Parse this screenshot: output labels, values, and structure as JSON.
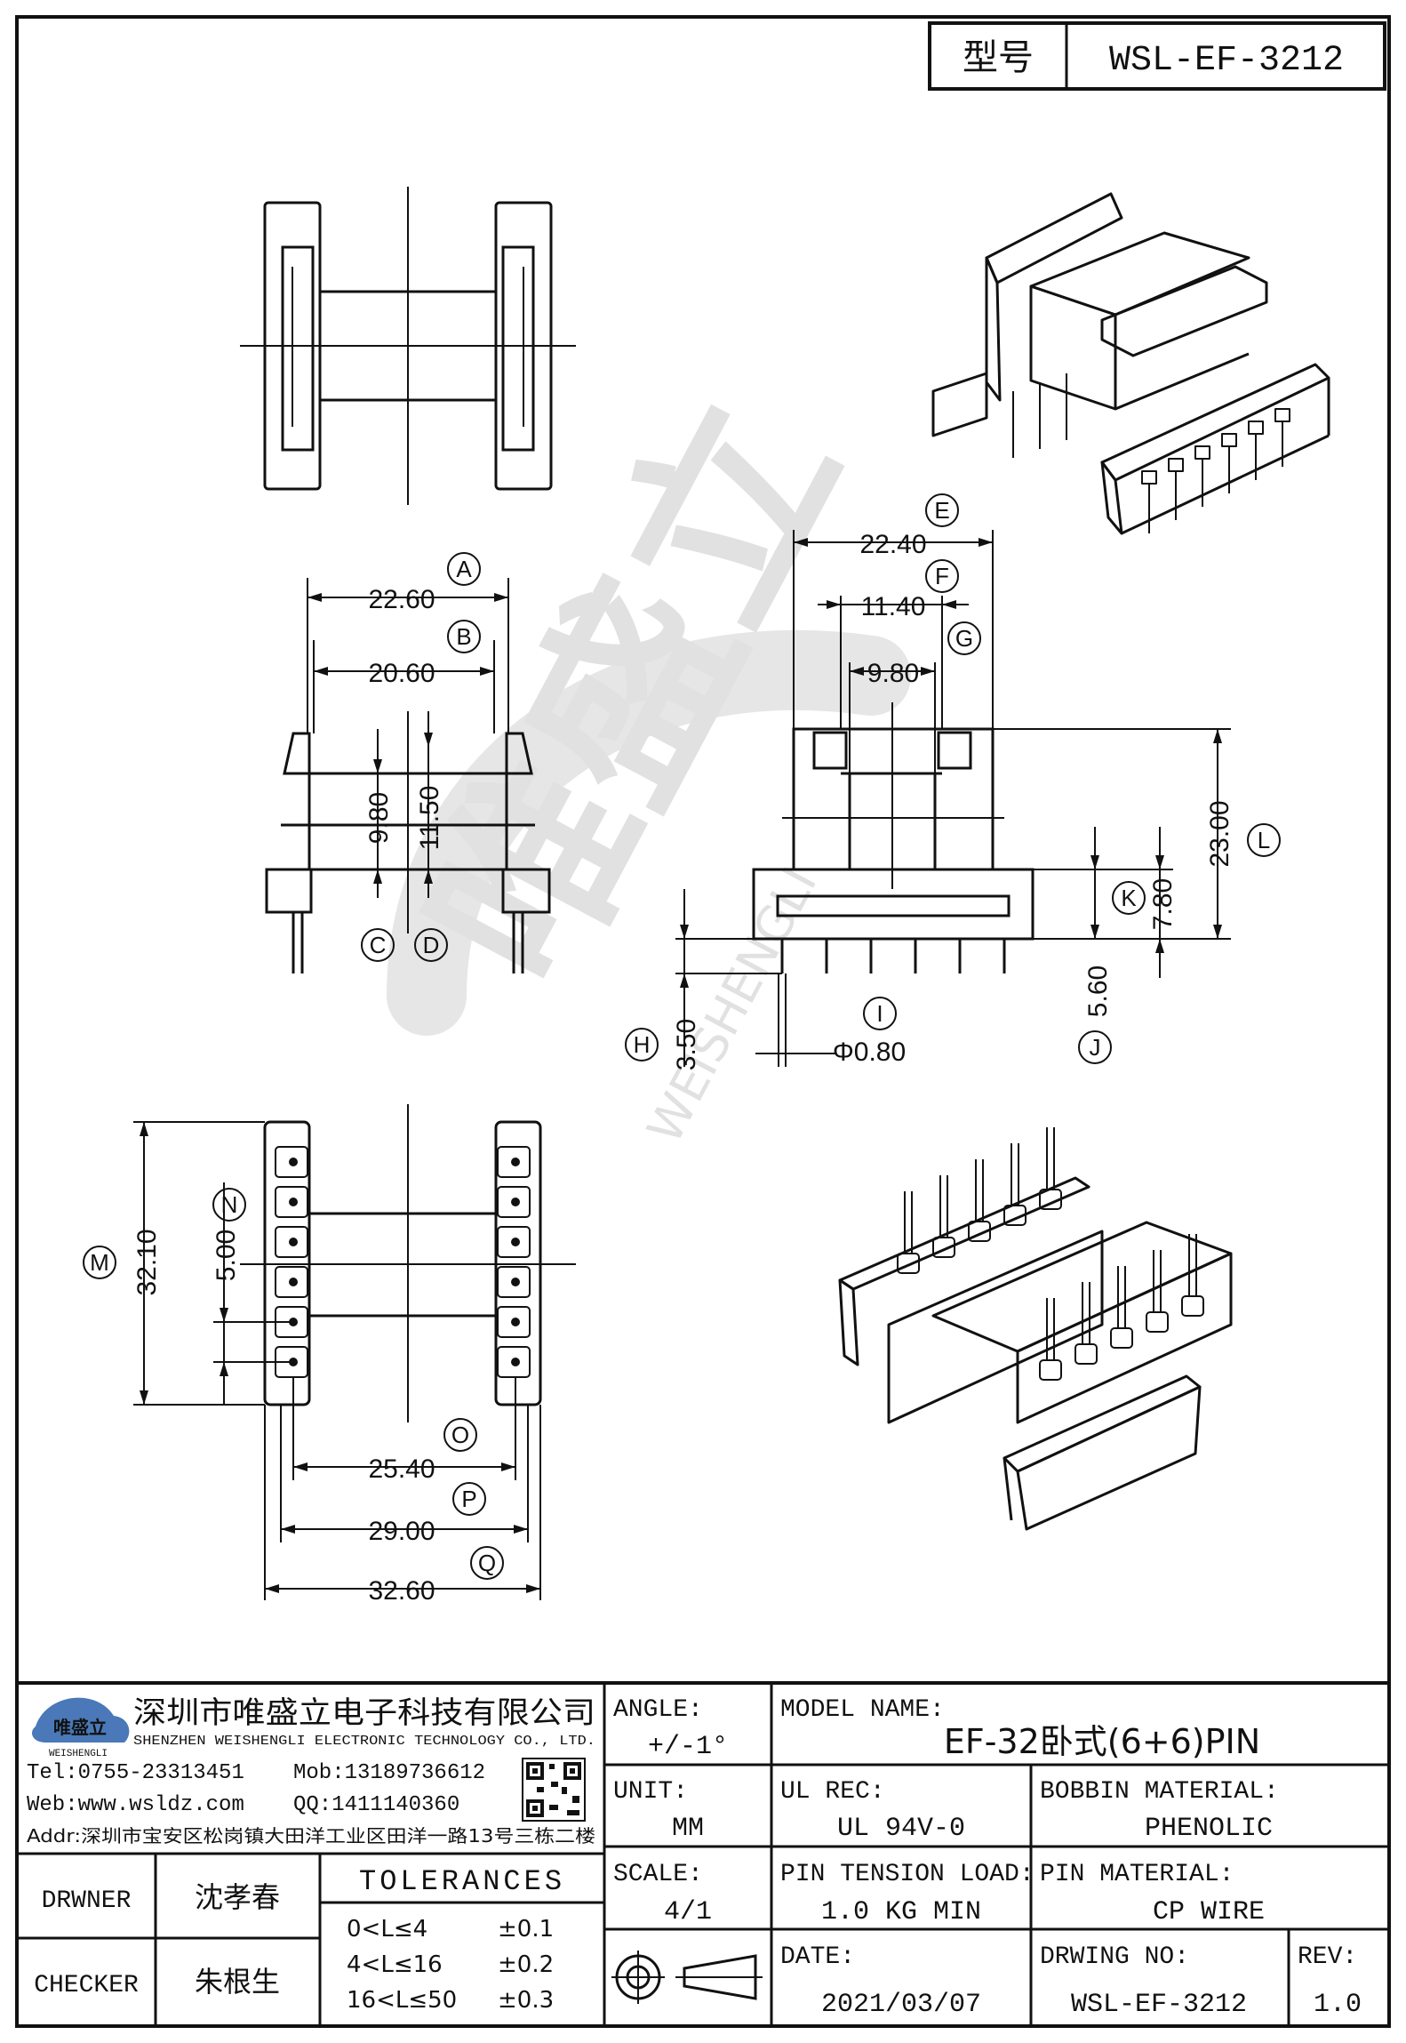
{
  "header": {
    "model_label": "型号",
    "model_value": "WSL-EF-3212"
  },
  "dimensions": {
    "A": "22.60",
    "B": "20.60",
    "C": "9.80",
    "D": "11.50",
    "E": "22.40",
    "F": "11.40",
    "G": "9.80",
    "H": "3.50",
    "I": "Φ0.80",
    "J": "5.60",
    "K": "7.80",
    "L": "23.00",
    "M": "32.10",
    "N": "5.00",
    "O": "25.40",
    "P": "29.00",
    "Q": "32.60"
  },
  "watermark": {
    "cn": "唯盛立",
    "en": "WEISHENGLI"
  },
  "company": {
    "logo_text": "唯盛立",
    "logo_sub": "WEISHENGLI",
    "name_cn": "深圳市唯盛立电子科技有限公司",
    "name_en": "SHENZHEN WEISHENGLI ELECTRONIC TECHNOLOGY CO., LTD.",
    "tel": "Tel:0755-23313451",
    "mob": "Mob:13189736612",
    "web": "Web:www.wsldz.com",
    "qq": "QQ:1411140360",
    "addr": "Addr:深圳市宝安区松岗镇大田洋工业区田洋一路13号三栋二楼"
  },
  "title_block": {
    "angle_label": "ANGLE:",
    "angle_value": "+/-1°",
    "model_name_label": "MODEL NAME:",
    "model_name_value": "EF-32卧式(6+6)PIN",
    "unit_label": "UNIT:",
    "unit_value": "MM",
    "ul_label": "UL REC:",
    "ul_value": "UL 94V-0",
    "bobbin_label": "BOBBIN MATERIAL:",
    "bobbin_value": "PHENOLIC",
    "drawner_label": "DRWNER",
    "drawner_value": "沈孝春",
    "tolerances_label": "TOLERANCES",
    "tol_rows": [
      {
        "range": "0<L≤4",
        "value": "±0.1"
      },
      {
        "range": "4<L≤16",
        "value": "±0.2"
      },
      {
        "range": "16<L≤50",
        "value": "±0.3"
      }
    ],
    "scale_label": "SCALE:",
    "scale_value": "4/1",
    "pin_tension_label": "PIN TENSION LOAD:",
    "pin_tension_value": "1.0 KG MIN",
    "pin_material_label": "PIN MATERIAL:",
    "pin_material_value": "CP WIRE",
    "checker_label": "CHECKER",
    "checker_value": "朱根生",
    "date_label": "DATE:",
    "date_value": "2021/03/07",
    "drwing_no_label": "DRWING NO:",
    "drwing_no_value": "WSL-EF-3212",
    "rev_label": "REV:",
    "rev_value": "1.0"
  }
}
